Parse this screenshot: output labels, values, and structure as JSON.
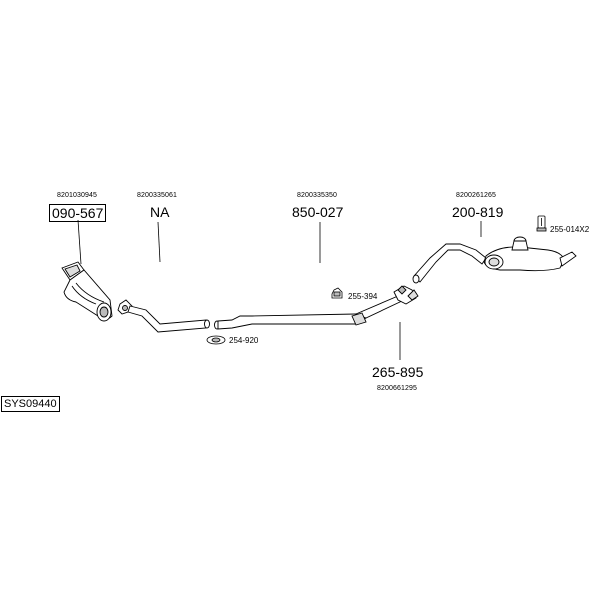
{
  "diagram": {
    "system_code": "SYS09440",
    "parts": [
      {
        "part_no": "090-567",
        "oem": "8201030945",
        "boxed": true
      },
      {
        "part_no": "NA",
        "oem": "8200335061"
      },
      {
        "part_no": "850-027",
        "oem": "8200335350"
      },
      {
        "part_no": "200-819",
        "oem": "8200261265"
      },
      {
        "part_no": "265-895",
        "oem": "8200661295"
      }
    ],
    "small_parts": [
      {
        "code": "255-014X2"
      },
      {
        "code": "255-394"
      },
      {
        "code": "254-920"
      }
    ],
    "colors": {
      "line": "#000000",
      "background": "#ffffff",
      "fill": "#ffffff",
      "shade": "#bbbbbb"
    }
  }
}
